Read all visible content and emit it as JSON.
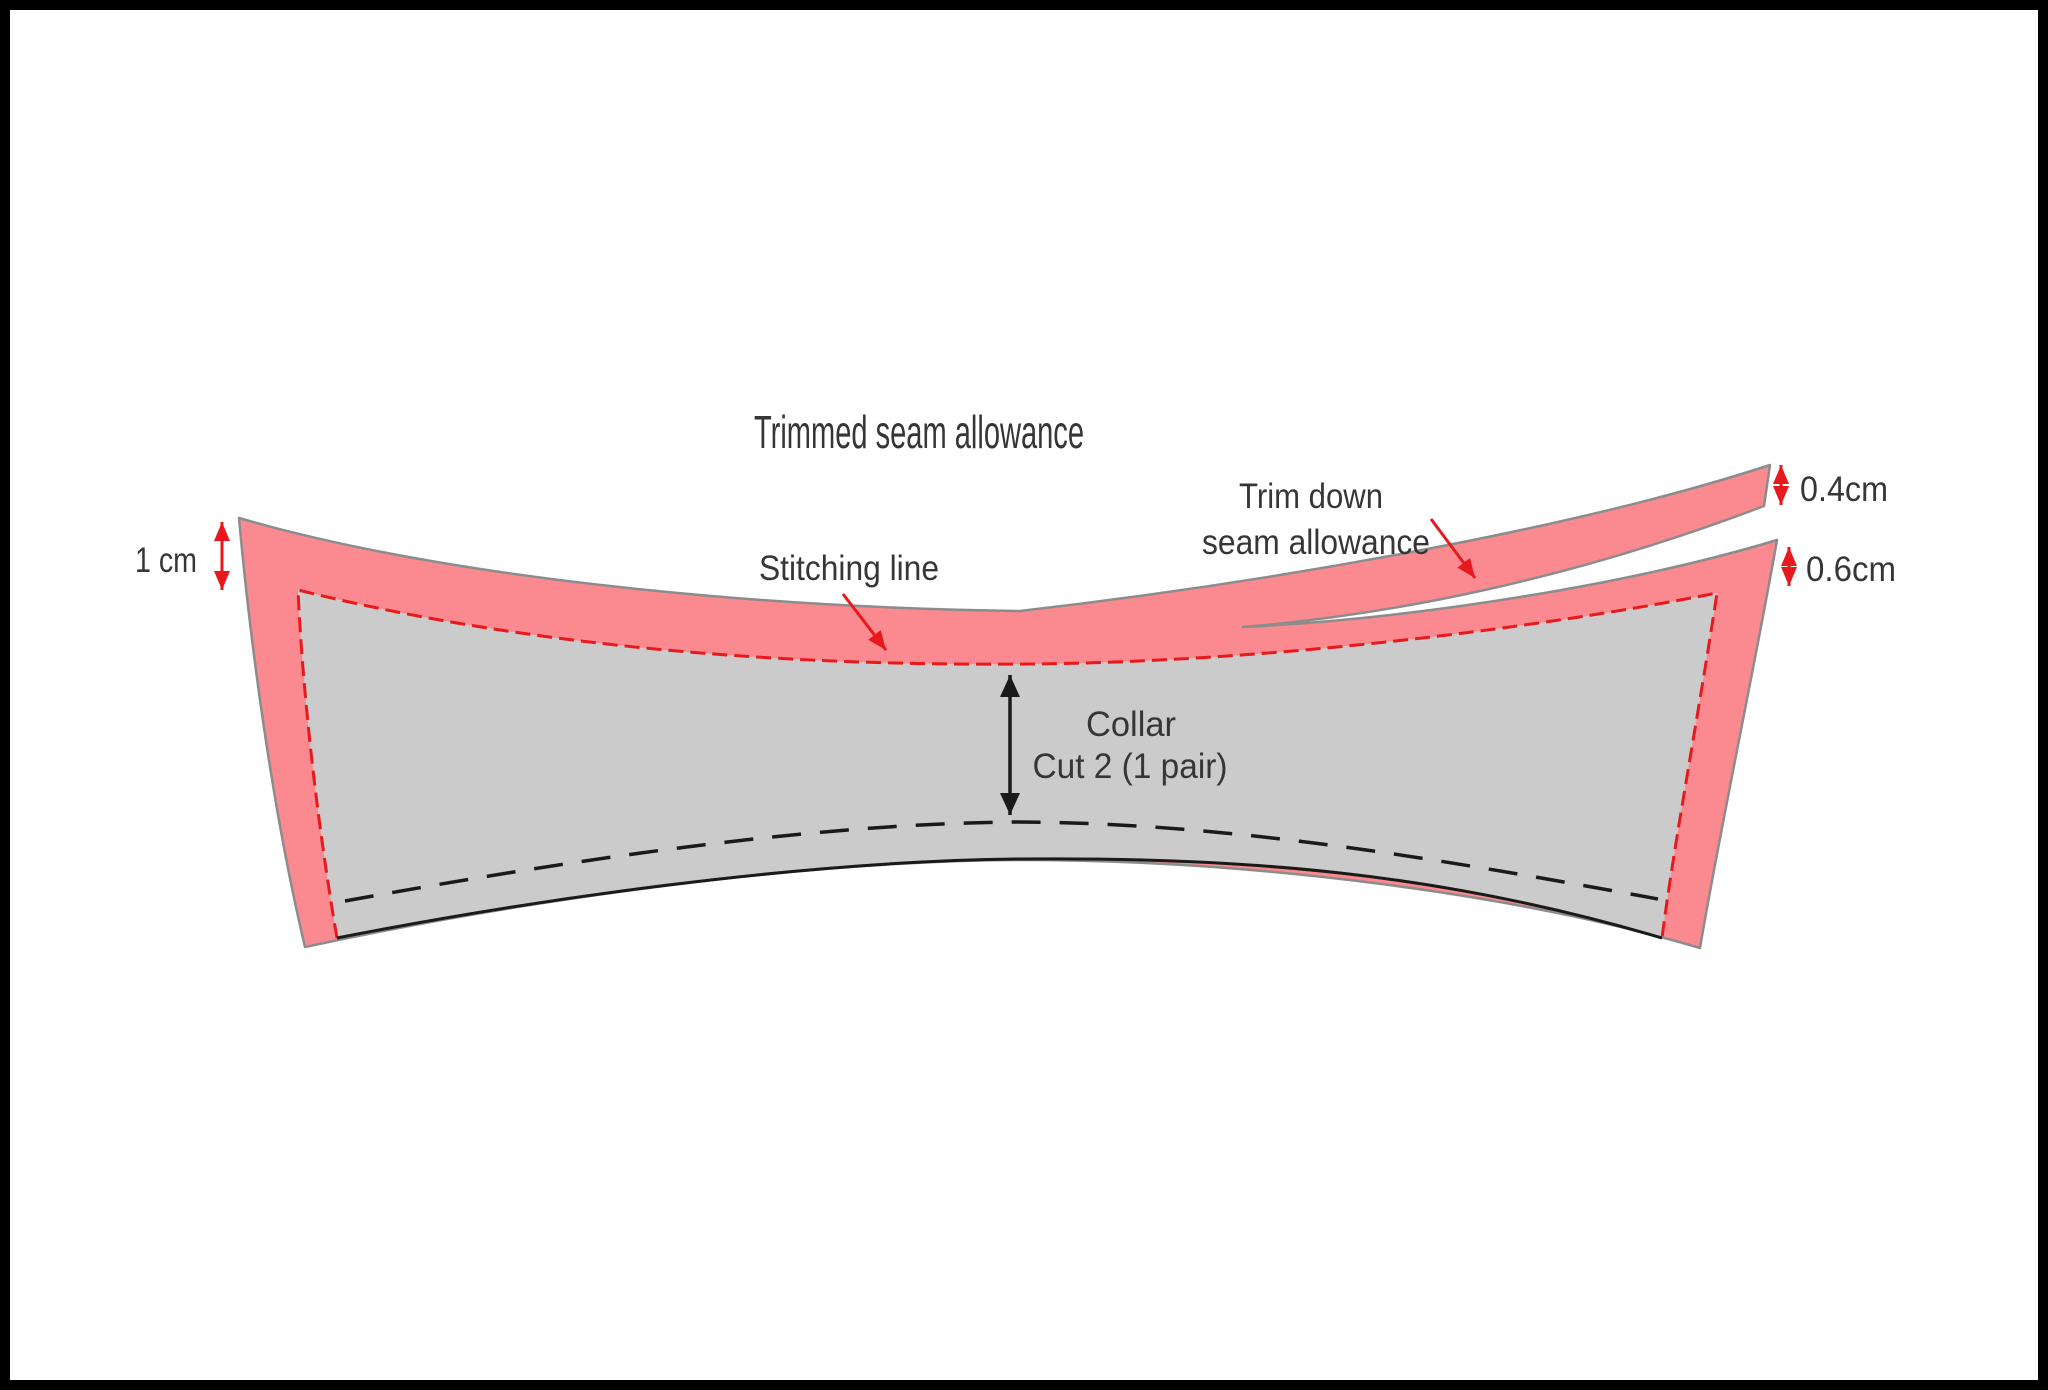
{
  "title": "Trimmed seam allowance",
  "diagram": {
    "piece_label_line1": "Collar",
    "piece_label_line2": "Cut 2 (1 pair)",
    "stitching_line_label": "Stitching line",
    "trim_note_line1": "Trim down",
    "trim_note_line2": "seam allowance",
    "seam_allowance_left": "1 cm",
    "trimmed_strip_width": "0.4cm",
    "remaining_allowance_width": "0.6cm"
  },
  "colors": {
    "pink": "#FA8A8F",
    "gray": "#CBCBCB",
    "edge": "#8C8C8C",
    "red": "#E8191C",
    "ink": "#1A1A1A",
    "text": "#363636",
    "frame": "#000000",
    "bg": "#FFFFFF"
  }
}
